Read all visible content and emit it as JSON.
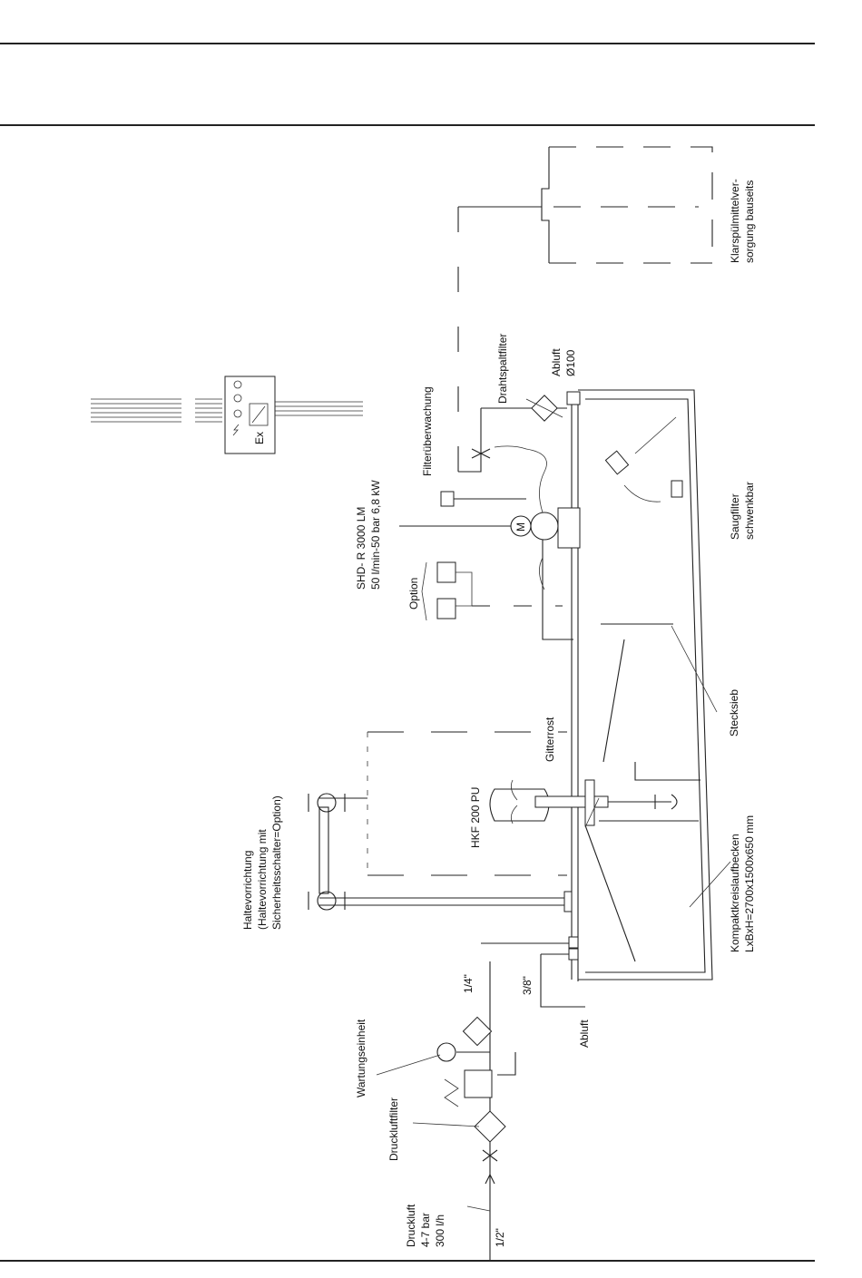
{
  "labels": {
    "klarspuel_line1": "Klarspülmittelver-",
    "klarspuel_line2": "sorgung bauseits",
    "abluft_top": "Abluft",
    "diameter": "Ø100",
    "drahtspaltfilter": "Drahtspaltfilter",
    "filterueberwachung": "Filterüberwachung",
    "shd_line1": "SHD- R 3000 LM",
    "shd_line2": "50 l/min-50 bar 6,8 kW",
    "option": "Option",
    "saugfilter_line1": "Saugfilter",
    "saugfilter_line2": "schwenkbar",
    "stecksieb": "Stecksieb",
    "gitterrost": "Gitterrost",
    "hkf": "HKF 200 PU",
    "halte_line1": "Haltevorrichtung",
    "halte_line2": "(Haltevorrichtung mit",
    "halte_line3": "Sicherheitsschalter=Option)",
    "becken_line1": "Kompaktkreislaufbecken",
    "becken_line2": "LxBxH=2700x1500x650 mm",
    "size_quarter": "1/4\"",
    "size_threeeighths": "3/8\"",
    "abluft_bottom": "Abluft",
    "wartungseinheit": "Wartungseinheit",
    "druckluftfilter": "Druckluftfilter",
    "druckluft_line1": "Druckluft",
    "druckluft_line2": "4-7 bar",
    "druckluft_line3": "300 l/h",
    "size_half": "1/2\"",
    "ex_symbol": "Ex",
    "motor_symbol": "M"
  }
}
